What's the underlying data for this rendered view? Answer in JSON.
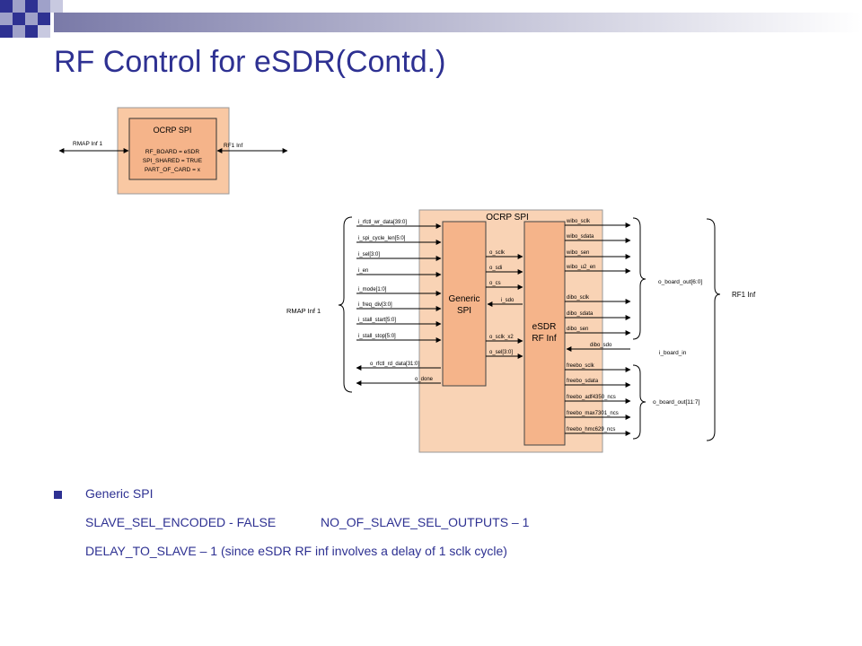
{
  "slide": {
    "title": "RF Control for eSDR(Contd.)"
  },
  "diagram1": {
    "block_title": "OCRP SPI",
    "params": [
      "RF_BOARD = eSDR",
      "SPI_SHARED = TRUE",
      "PART_OF_CARD = x"
    ],
    "left_label": "RMAP Inf 1",
    "right_label": "RF1 Inf"
  },
  "diagram2": {
    "outer_title": "OCRP SPI",
    "generic_label": [
      "Generic",
      "SPI"
    ],
    "esdr_label": [
      "eSDR",
      "RF Inf"
    ],
    "rmap_label": "RMAP Inf 1",
    "rf1_label": "RF1 Inf",
    "inputs": [
      "i_rfctl_wr_data[39:0]",
      "i_spi_cycle_len[5:0]",
      "i_sel[3:0]",
      "i_en",
      "i_mode[1:0]",
      "i_freq_div[3:0]",
      "i_stall_start[5:0]",
      "i_stall_stop[5:0]"
    ],
    "outputs": [
      "o_rfctl_rd_data[31:0]",
      "o_done"
    ],
    "internal": [
      "o_sclk",
      "o_sdi",
      "o_cs",
      "i_sdo",
      "o_sclk_x2",
      "o_sel[3:0]"
    ],
    "wibo": [
      "wibo_sclk",
      "wibo_sdata",
      "wibo_sen",
      "wibo_u2_en"
    ],
    "dibo": [
      "dibo_sclk",
      "dibo_sdata",
      "dibo_sen"
    ],
    "dibo_sdo": "dibo_sdo",
    "freebo": [
      "freebo_sclk",
      "freebo_sdata",
      "freebo_adf4350_ncs",
      "freebo_max7301_ncs",
      "freebo_hmc629_ncs"
    ],
    "board_out_top": "o_board_out[6:0]",
    "board_in": "i_board_in",
    "board_out_bottom": "o_board_out[11:7]"
  },
  "bullets": {
    "item": "Generic SPI",
    "line2a": "SLAVE_SEL_ENCODED - FALSE",
    "line2b": "NO_OF_SLAVE_SEL_OUTPUTS – 1",
    "line3": "DELAY_TO_SLAVE – 1 (since eSDR RF inf involves a delay of 1 sclk cycle)"
  }
}
